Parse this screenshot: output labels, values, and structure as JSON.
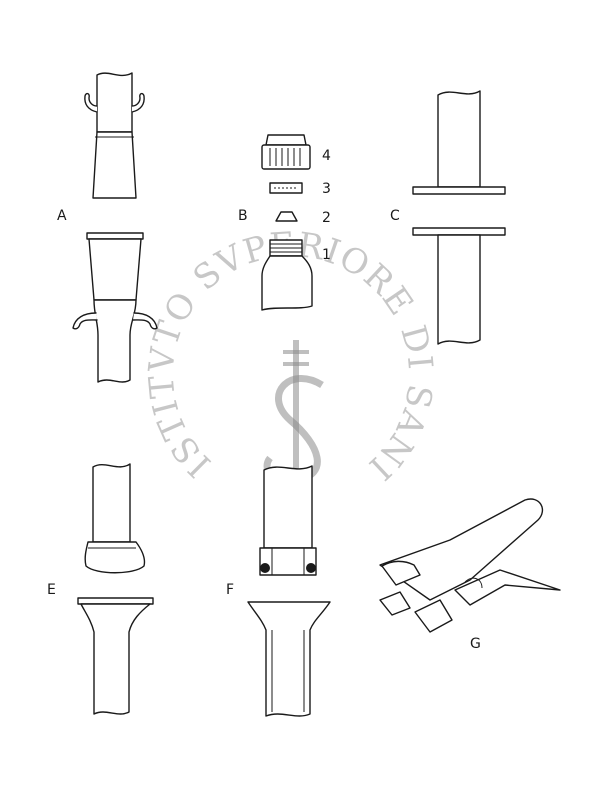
{
  "labels": {
    "a": "A",
    "b": "B",
    "c": "C",
    "e": "E",
    "f": "F",
    "g": "G"
  },
  "cap_parts": {
    "n1": "1",
    "n2": "2",
    "n3": "3",
    "n4": "4"
  },
  "watermark": {
    "text": "ISTITVTO SVPERIORE DI SANITÀ"
  }
}
